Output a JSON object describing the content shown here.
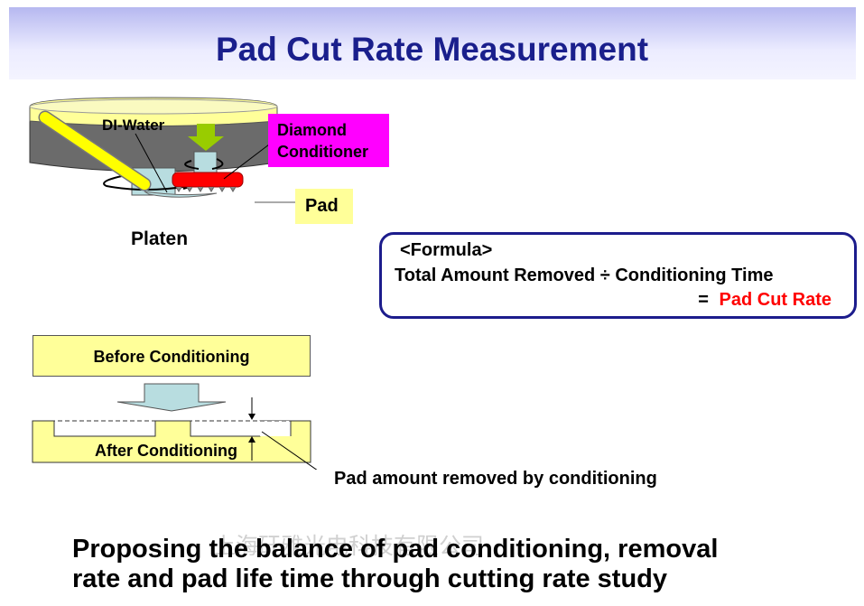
{
  "title": "Pad Cut Rate Measurement",
  "diagram": {
    "di_water": "DI-Water",
    "diamond_conditioner": "Diamond Conditioner",
    "pad": "Pad",
    "platen": "Platen"
  },
  "formula": {
    "header": "<Formula>",
    "line1": "Total Amount Removed ÷ Conditioning Time",
    "equals": "=",
    "result": "Pad Cut Rate"
  },
  "conditioning": {
    "before": "Before Conditioning",
    "after": "After Conditioning",
    "removed": "Pad amount removed by conditioning"
  },
  "conclusion": {
    "line1": "Proposing the balance of pad conditioning, removal",
    "line2": "rate and pad life time through cutting rate study"
  },
  "watermark": "上海矸雅光电科技有限公司",
  "colors": {
    "title": "#1a1f8c",
    "conditioner_label": "#ff00ff",
    "pad_label": "#ffff99",
    "result": "#ff0000"
  }
}
